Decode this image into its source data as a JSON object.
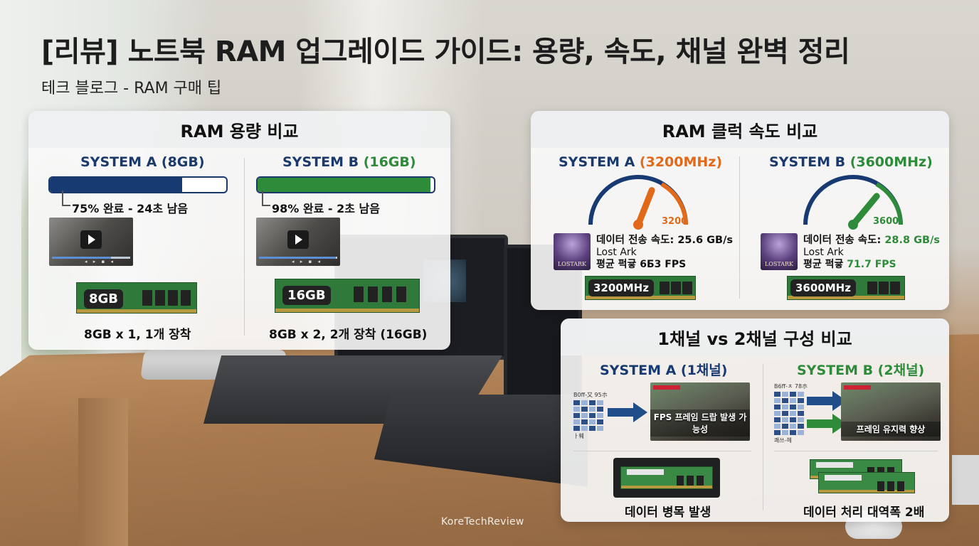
{
  "header": {
    "title": "[리뷰] 노트북 RAM 업그레이드 가이드: 용량, 속도, 채널 완벽 정리",
    "subtitle": "테크 블로그 - RAM 구매 팁"
  },
  "capacity": {
    "heading": "RAM 용량 비교",
    "a": {
      "label_prefix": "SYSTEM A (8GB)",
      "progress": 0.75,
      "progress_caption": "75% 완료 - 24초 남음",
      "ram_tag": "8GB",
      "caption": "8GB x 1, 1개 장착"
    },
    "b": {
      "label_prefix": "SYSTEM B ",
      "label_accent": "(16GB)",
      "progress": 0.98,
      "progress_caption": "98% 완료 - 2초 남음",
      "ram_tag": "16GB",
      "caption": "8GB x 2, 2개 장착 (16GB)"
    },
    "colors": {
      "a_fill": "#173a73",
      "b_fill": "#2e8b3a"
    }
  },
  "speed": {
    "heading": "RAM 클럭 속도 비교",
    "a": {
      "label_prefix": "SYSTEM A ",
      "label_accent": "(3200MHz)",
      "gauge_value": "3200",
      "gauge_level": 0.62,
      "transfer": "데이터 전송 속도: 25.6 GB/s",
      "game": "Lost Ark",
      "fps": "평균 퍽귷 6Б3 FPS",
      "game_logo": "LOSTARK",
      "ram_tag": "3200MHz"
    },
    "b": {
      "label_prefix": "SYSTEM B ",
      "label_accent": "(3600MHz)",
      "gauge_value": "3600",
      "gauge_level": 0.72,
      "transfer_prefix": "데이터 전송 속도: ",
      "transfer_value": "28.8 GB/s",
      "game": "Lost Ark",
      "fps_prefix": "평균 퍽귷 ",
      "fps_value": "71.7 FPS",
      "game_logo": "LOSTARK",
      "ram_tag": "3600MHz"
    },
    "colors": {
      "orange": "#e06a1a",
      "green": "#2e8b3a",
      "navy": "#173a73"
    }
  },
  "channel": {
    "heading": "1채널 vs 2채널 구성 비교",
    "a": {
      "label": "SYSTEM A (1채널)",
      "cells_header": "B0ff-又 95ホ",
      "cells_footer": "ㅏ훼",
      "shot_caption": "FPS 프레임 드랍 발생 가능성",
      "caption": "데이터 병목 발생"
    },
    "b": {
      "label": "SYSTEM B (2채널)",
      "cells_header": "B6ff-ㅊ 78ホ",
      "cells_footer": "쾌쓰-헤",
      "shot_caption": "프레임 유지력 향상",
      "caption": "데이터 처리 대역폭 2배"
    }
  },
  "watermark": "KoreTechReview"
}
